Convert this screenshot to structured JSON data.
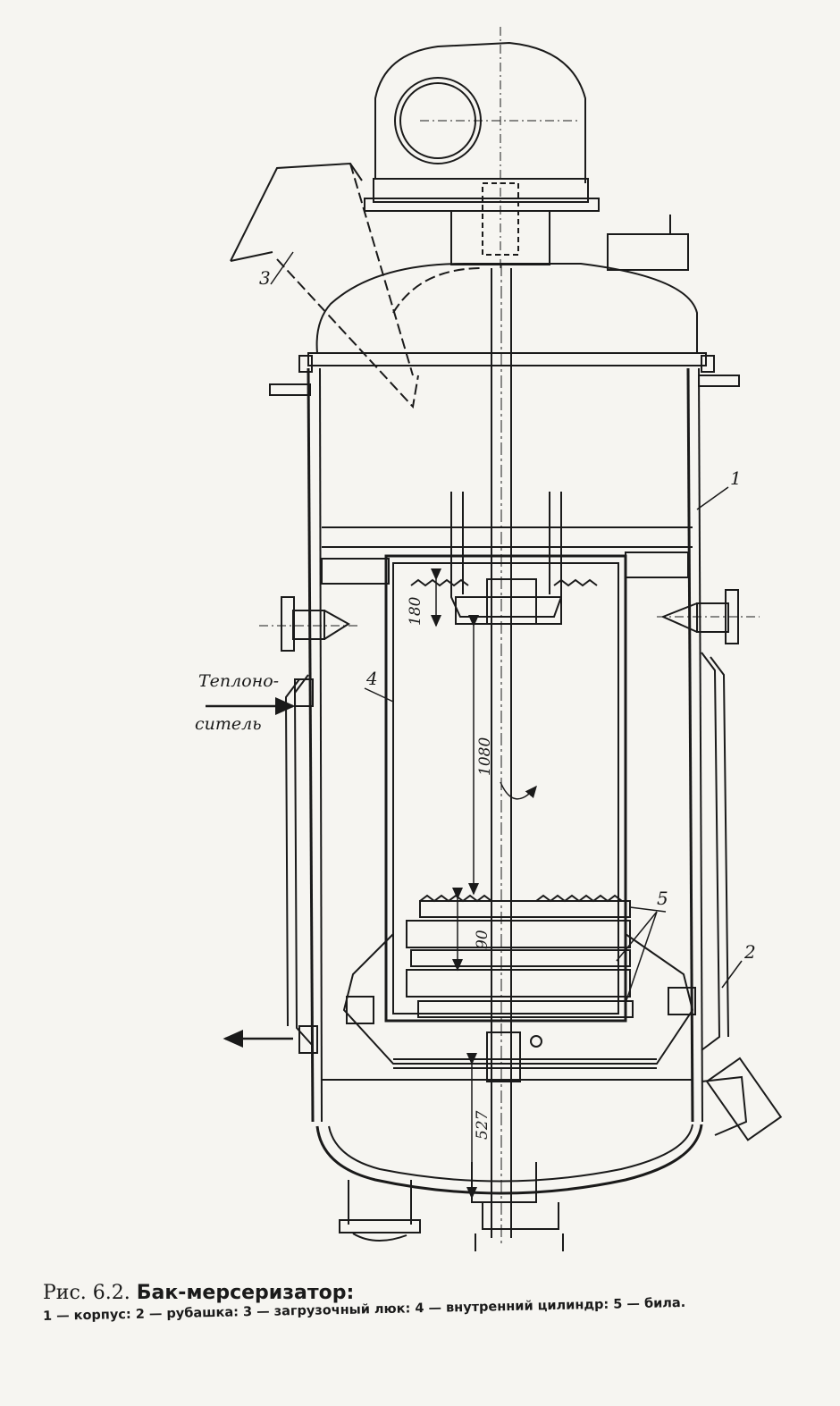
{
  "figure": {
    "labels": {
      "body": "1",
      "jacket": "2",
      "hatch": "3",
      "inner_cylinder": "4",
      "beaters": "5"
    },
    "dimensions": {
      "d180": "180",
      "d1080": "1080",
      "d90": "90",
      "d527": "527"
    },
    "heat_carrier": {
      "line1": "Теплоно-",
      "line2": "ситель"
    }
  },
  "caption": {
    "prefix": "Рис. 6.2.",
    "title": "Бак-мерсеризатор:",
    "legend": "1 — корпус: 2 — рубашка: 3 — загрузочный люк: 4 — внутренний цилиндр: 5 — била."
  }
}
